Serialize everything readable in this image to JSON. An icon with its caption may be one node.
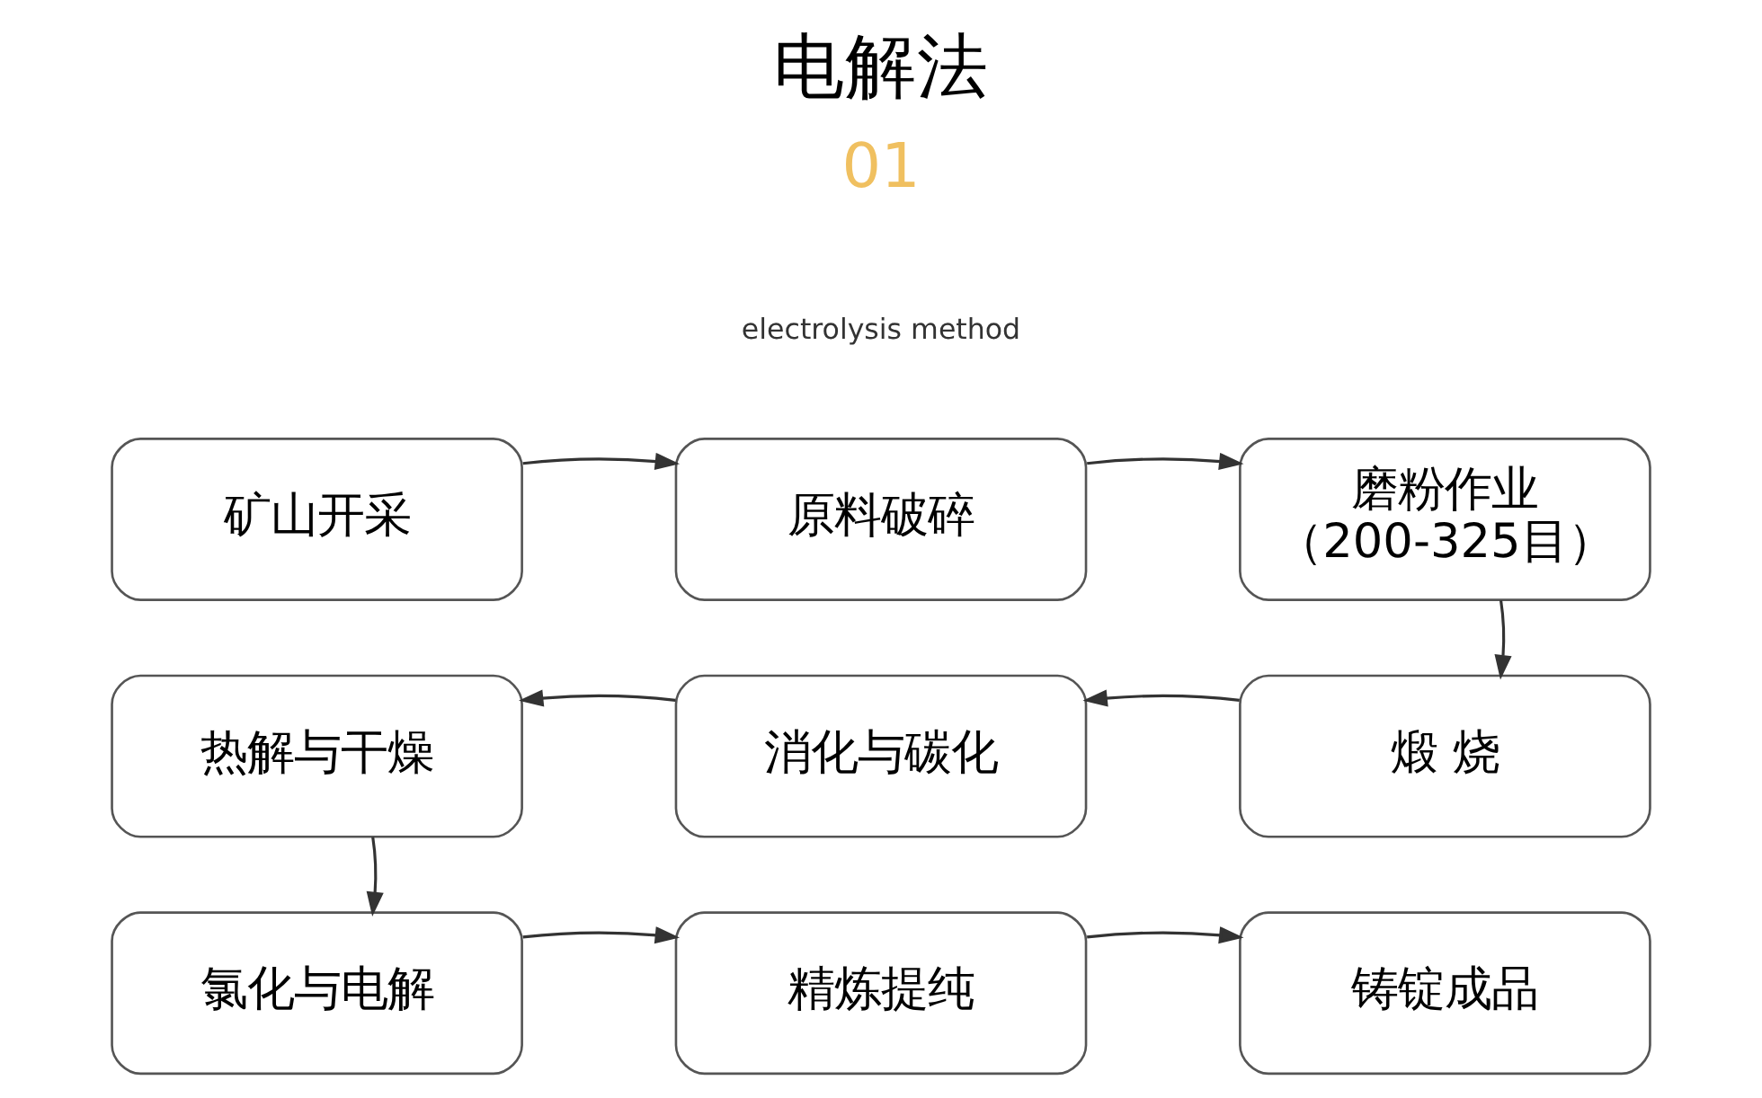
{
  "diagram": {
    "title": "电解法",
    "nodes": [
      {
        "text": [
          "矿山开采"
        ]
      },
      {
        "text": [
          "原料破碎"
        ]
      },
      {
        "text": [
          "磨粉作业",
          "（200-325目）"
        ]
      },
      {
        "text": [
          "煅 烧"
        ]
      },
      {
        "text": [
          "消化与碳化"
        ]
      },
      {
        "text": [
          "热解与干燥"
        ]
      },
      {
        "text": [
          "氯化与电解"
        ]
      },
      {
        "text": [
          "精炼提纯"
        ]
      },
      {
        "text": [
          "铸锭成品"
        ]
      }
    ],
    "edges": [
      {
        "from": 0,
        "to": 1,
        "arrow": "to"
      },
      {
        "from": 1,
        "to": 2,
        "arrow": "to"
      },
      {
        "from": 2,
        "to": 3,
        "arrow": "to"
      },
      {
        "from": 3,
        "to": 4,
        "arrow": "to"
      },
      {
        "from": 4,
        "to": 5,
        "arrow": "to"
      },
      {
        "from": 5,
        "to": 6,
        "arrow": "to"
      },
      {
        "from": 6,
        "to": 7,
        "arrow": "to"
      },
      {
        "from": 7,
        "to": 8,
        "arrow": "to"
      }
    ],
    "labels": [
      "01",
      "electrolysis method"
    ]
  }
}
